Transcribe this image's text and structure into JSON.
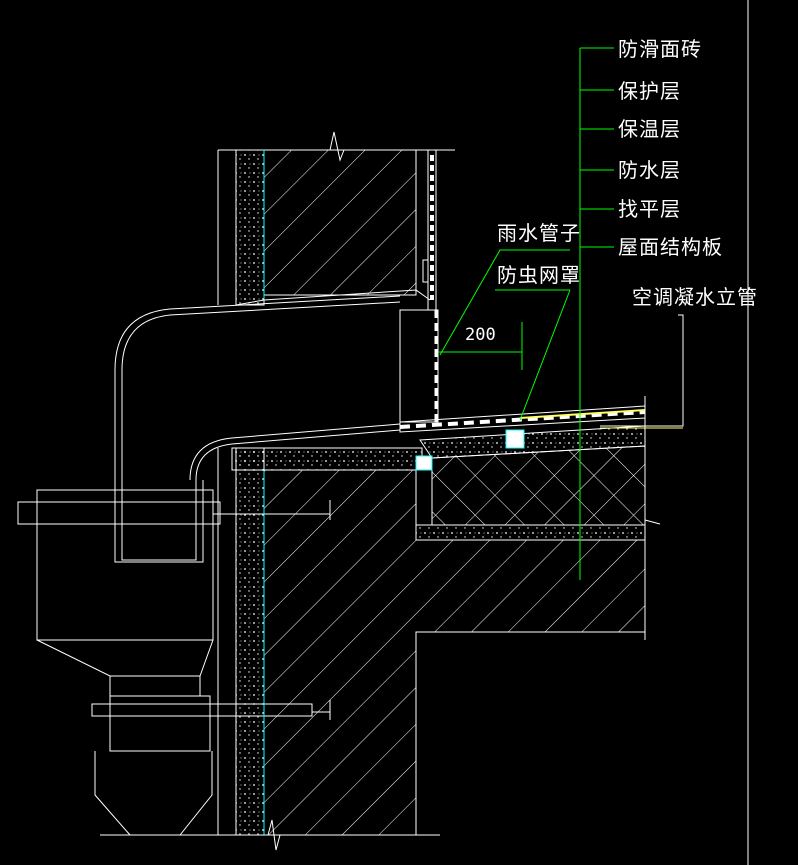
{
  "labels": {
    "layer_1": "防滑面砖",
    "layer_2": "保护层",
    "layer_3": "保温层",
    "layer_4": "防水层",
    "layer_5": "找平层",
    "layer_6": "屋面结构板",
    "downpipe": "雨水管子",
    "insect_screen": "防虫网罩",
    "ac_pipe": "空调凝水立管"
  },
  "dimension": "200",
  "colors": {
    "background": "#000000",
    "line": "#ffffff",
    "leader": "#00ff00",
    "edge": "#00ffff",
    "tile": "#ffff66"
  }
}
